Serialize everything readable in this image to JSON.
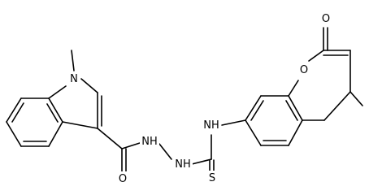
{
  "molecule": {
    "atom_labels": {
      "indole_n": "N",
      "amide_o": "O",
      "hydrazide_nh_1": "NH",
      "hydrazide_nh_2": "NH",
      "thioamide_nh": "NH",
      "thione_s": "S",
      "ring_o": "O",
      "lactone_o": "O"
    }
  }
}
